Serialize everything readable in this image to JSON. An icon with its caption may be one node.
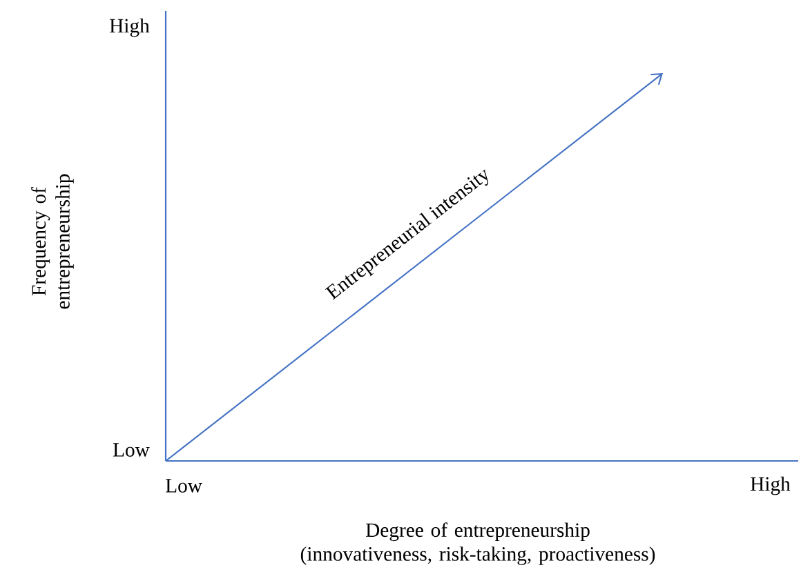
{
  "diagram": {
    "labels": [
      "High",
      "Frequency of entrepreneurship",
      "Entrepreneurial intensity",
      "Low",
      "Low",
      "High",
      "Degree of entrepreneurship (innovativeness, risk-taking, proactiveness)"
    ]
  }
}
